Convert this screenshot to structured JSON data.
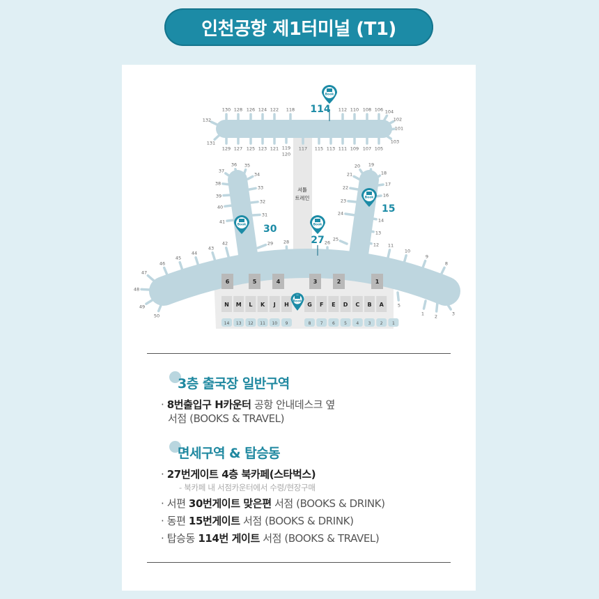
{
  "title": "인천공항 제1터미널 (T1)",
  "colors": {
    "accent": "#1c8ba6",
    "terminal": "#bed6df",
    "background": "#e0eff4",
    "island": "#b9b9b9",
    "counter": "#d9d9d9"
  },
  "map": {
    "shuttle_label": [
      "셔틀",
      "트레인"
    ],
    "concourse_gates": [
      "130",
      "128",
      "126",
      "124",
      "122",
      "118",
      "112",
      "110",
      "108",
      "106",
      "104",
      "102",
      "101",
      "103",
      "129",
      "127",
      "125",
      "123",
      "121",
      "119",
      "120",
      "117",
      "115",
      "113",
      "111",
      "109",
      "107",
      "105",
      "132",
      "131"
    ],
    "terminal_gates": [
      "42",
      "43",
      "44",
      "45",
      "46",
      "47",
      "48",
      "49",
      "50",
      "29",
      "28",
      "26",
      "25",
      "11",
      "10",
      "9",
      "8",
      "5",
      "1",
      "2",
      "3",
      "36",
      "35",
      "34",
      "37",
      "38",
      "33",
      "39",
      "32",
      "40",
      "31",
      "41",
      "20",
      "19",
      "18",
      "21",
      "17",
      "22",
      "16",
      "23",
      "24",
      "14",
      "13",
      "12"
    ],
    "islands": [
      "6",
      "5",
      "4",
      "3",
      "2",
      "1"
    ],
    "counters": [
      "N",
      "M",
      "L",
      "K",
      "J",
      "H",
      "G",
      "F",
      "E",
      "D",
      "C",
      "B",
      "A"
    ],
    "entrances": [
      "14",
      "13",
      "12",
      "11",
      "10",
      "9",
      "8",
      "7",
      "6",
      "5",
      "4",
      "3",
      "2",
      "1"
    ],
    "markers": [
      {
        "label": "114",
        "icon": "book-pin-icon",
        "badge": "Book"
      },
      {
        "label": "30",
        "icon": "book-pin-icon",
        "badge": "Book"
      },
      {
        "label": "27",
        "icon": "book-pin-icon",
        "badge": "Book"
      },
      {
        "label": "15",
        "icon": "book-pin-icon",
        "badge": "Book"
      },
      {
        "label": "",
        "icon": "book-pin-icon",
        "badge": "Book"
      }
    ]
  },
  "sections": [
    {
      "heading": "3층 출국장 일반구역",
      "items": [
        {
          "bold": "8번출입구 H카운터",
          "rest": " 공항 안내데스크 옆",
          "line2": "서점 (BOOKS & TRAVEL)"
        }
      ]
    },
    {
      "heading": "면세구역 & 탑승동",
      "items": [
        {
          "bold": "27번게이트 4층 북카페(스타벅스)",
          "note": "- 북카페 내 서점카운터에서 수령/현장구매"
        },
        {
          "pre": "서편 ",
          "bold": "30번게이트 맞은편",
          "rest": " 서점 (BOOKS & DRINK)"
        },
        {
          "pre": "동편 ",
          "bold": "15번게이트",
          "rest": " 서점 (BOOKS & DRINK)"
        },
        {
          "pre": "탑승동 ",
          "bold": "114번 게이트",
          "rest": " 서점 (BOOKS & TRAVEL)"
        }
      ]
    }
  ]
}
